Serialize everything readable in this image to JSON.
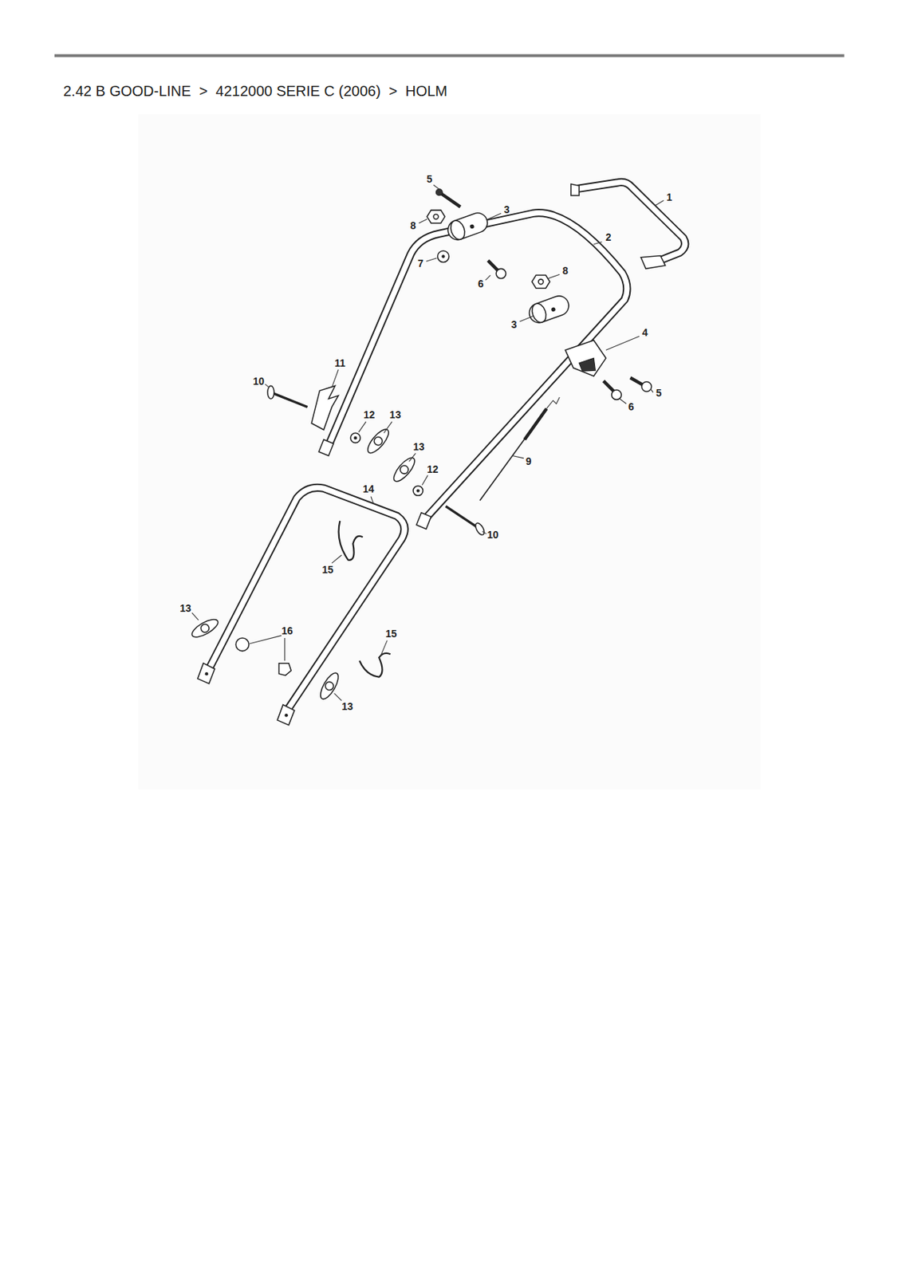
{
  "diagram": {
    "title": "2.42 B GOOD-LINE  >  4212000 SERIE C (2006)  >  HOLM",
    "labels": [
      "5",
      "3",
      "1",
      "8",
      "2",
      "7",
      "6",
      "8",
      "3",
      "4",
      "11",
      "5",
      "10",
      "6",
      "12",
      "13",
      "13",
      "9",
      "14",
      "12",
      "10",
      "15",
      "13",
      "16",
      "15",
      "13"
    ]
  }
}
